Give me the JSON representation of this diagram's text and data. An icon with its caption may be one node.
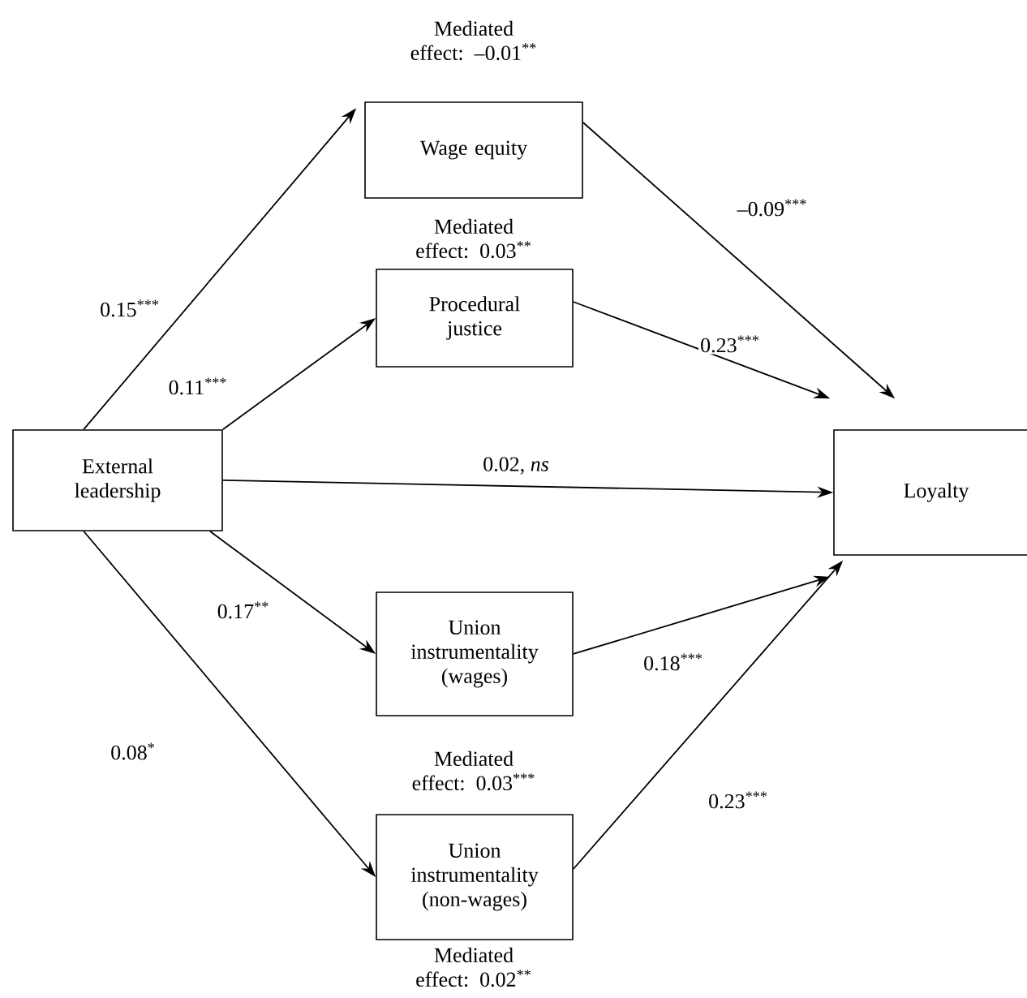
{
  "diagram": {
    "nodes": [
      {
        "text": [
          "External leadership"
        ]
      },
      {
        "text": [
          "Wage equity"
        ],
        "beside": [
          "Mediated effect: –0.01$^{**}$"
        ]
      },
      {
        "text": [
          "Procedural justice"
        ],
        "beside": [
          "Mediated effect: 0.03$^{**}$"
        ]
      },
      {
        "text": [
          "Loyalty"
        ]
      },
      {
        "text": [
          "Union instrumentality (wages)"
        ],
        "beside": [
          "Mediated effect: 0.03$^{***}$"
        ]
      },
      {
        "text": [
          "Union instrumentality (non-wages)"
        ],
        "beside": [
          "Mediated effect: 0.02$^{**}$"
        ]
      }
    ],
    "edges": [
      {
        "from": 0,
        "to": 1,
        "arrow": "to",
        "label": "0.15$^{***}$"
      },
      {
        "from": 0,
        "to": 2,
        "arrow": "to",
        "label": "0.11$^{***}$"
      },
      {
        "from": 0,
        "to": 3,
        "arrow": "to",
        "label": "0.02, *ns*"
      },
      {
        "from": 0,
        "to": 4,
        "arrow": "to",
        "label": "0.17$^{**}$"
      },
      {
        "from": 0,
        "to": 5,
        "arrow": "to",
        "label": "0.08$^{*}$"
      },
      {
        "from": 1,
        "to": 3,
        "arrow": "to",
        "label": "–0.09$^{***}$"
      },
      {
        "from": 2,
        "to": 3,
        "arrow": "to",
        "label": "0.23$^{***}$"
      },
      {
        "from": 4,
        "to": 3,
        "arrow": "to",
        "label": "0.18$^{***}$"
      },
      {
        "from": 5,
        "to": 3,
        "arrow": "to",
        "label": "0.23$^{***}$"
      }
    ]
  }
}
